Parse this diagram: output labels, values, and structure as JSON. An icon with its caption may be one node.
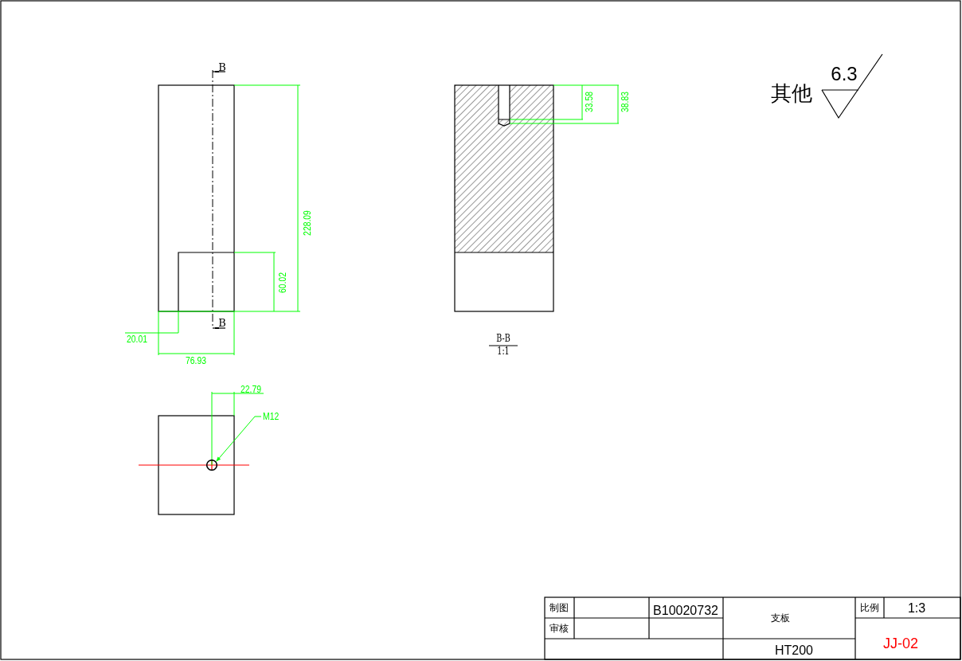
{
  "diagram": {
    "nodes": [
      {
        "text": [
          "M12"
        ]
      },
      {
        "text": [],
        "shape": "circle"
      }
    ],
    "edges": [
      {
        "from": 0,
        "to": 1,
        "arrow": "to"
      }
    ],
    "labels": [
      "B",
      "228.09",
      "60.02",
      "B",
      "20.01",
      "76.93",
      "33.58",
      "38.83",
      "B-B",
      "1:1",
      "22.79",
      "其他",
      "6.3",
      "制图",
      "B10020732",
      "支板",
      "比例",
      "1:3",
      "审核",
      "HT200",
      "JJ-02"
    ]
  }
}
